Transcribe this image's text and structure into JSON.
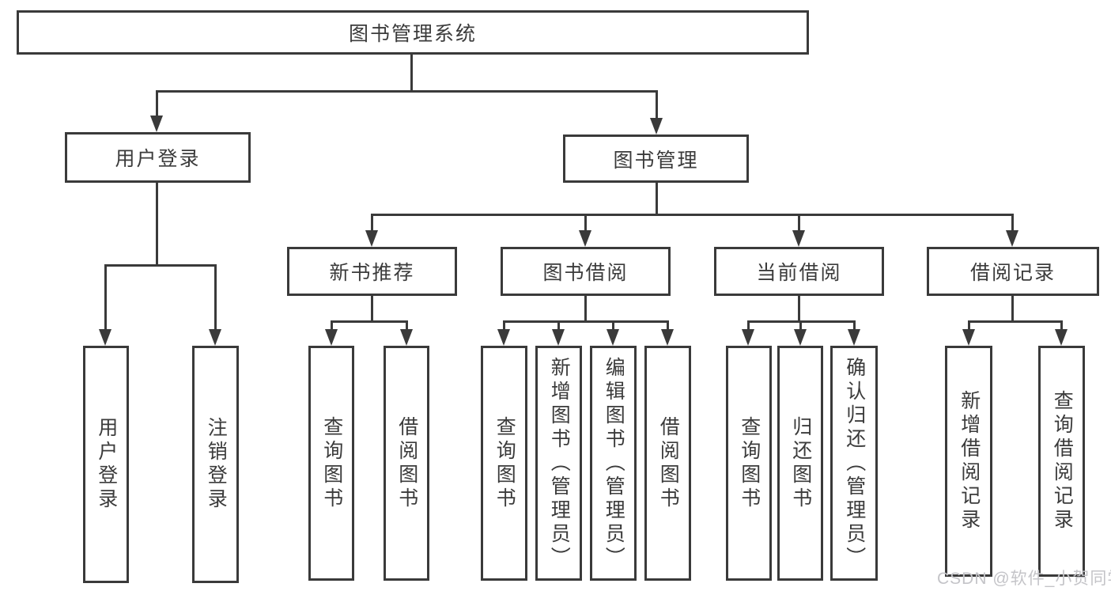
{
  "tree": {
    "root": "图书管理系统",
    "branches": [
      "用户登录",
      "图书管理"
    ],
    "sections": [
      "新书推荐",
      "图书借阅",
      "当前借阅",
      "借阅记录"
    ],
    "leaves": [
      "用户登录",
      "注销登录",
      "查询图书",
      "借阅图书",
      "查询图书",
      "新增图书（管理员）",
      "编辑图书（管理员）",
      "借阅图书",
      "查询图书",
      "归还图书",
      "确认归还（管理员）",
      "新增借阅记录",
      "查询借阅记录"
    ]
  },
  "watermark": "CSDN @软件_小贺同学",
  "colors": {
    "line": "#3a3a3a",
    "text": "#3b3b3b",
    "watermark": "#c4c4c8",
    "background": "#ffffff"
  }
}
